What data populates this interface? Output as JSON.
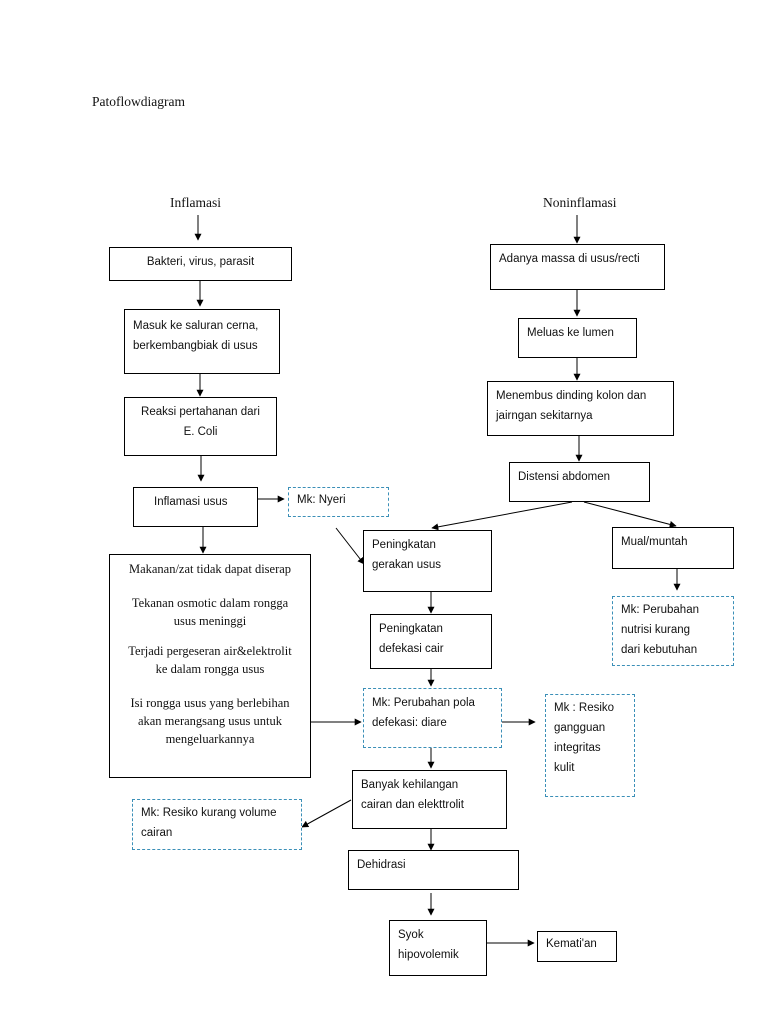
{
  "title": "Patoflowdiagram",
  "headers": {
    "left": "Inflamasi",
    "right": "Noninflamasi"
  },
  "left": {
    "b1": [
      "Bakteri, virus, parasit"
    ],
    "b2": [
      "Masuk ke saluran cerna,",
      "berkembangbiak di usus"
    ],
    "b3": [
      "Reaksi pertahanan dari",
      "E. Coli"
    ],
    "b4": [
      "Inflamasi usus"
    ],
    "nyeri": [
      "Mk: Nyeri"
    ],
    "big": {
      "t1": [
        "Makanan/zat tidak dapat diserap"
      ],
      "t2": [
        "Tekanan osmotic dalam rongga",
        "usus meninggi"
      ],
      "t3": [
        "Terjadi pergeseran air&elektrolit",
        "ke dalam rongga usus"
      ],
      "t4": [
        "Isi rongga usus yang berlebihan",
        "akan merangsang usus untuk",
        "mengeluarkannya"
      ]
    }
  },
  "right": {
    "r1": [
      "Adanya massa di usus/recti"
    ],
    "r2": [
      "Meluas ke lumen"
    ],
    "r3": [
      "Menembus dinding kolon dan",
      "jairngan sekitarnya"
    ],
    "r4": [
      "Distensi abdomen"
    ],
    "mual": [
      "Mual/muntah"
    ],
    "nutrisi": [
      "Mk: Perubahan",
      "nutrisi kurang",
      "dari kebutuhan"
    ]
  },
  "center": {
    "c1": [
      "Peningkatan",
      "gerakan usus"
    ],
    "c2": [
      "Peningkatan",
      "defekasi cair"
    ],
    "c3": [
      "Mk: Perubahan pola",
      "defekasi: diare"
    ],
    "integritas": [
      "Mk : Resiko",
      "gangguan",
      "integritas",
      "kulit"
    ],
    "c4": [
      "Banyak kehilangan",
      "cairan dan elekttrolit"
    ],
    "volume": [
      "Mk: Resiko kurang volume",
      "cairan"
    ],
    "c5": [
      "Dehidrasi"
    ],
    "c6": [
      "Syok",
      "hipovolemik"
    ],
    "kematian": [
      "Kemati'an"
    ]
  },
  "colors": {
    "mk_border": "#3b8fb7",
    "box_border": "#000000"
  }
}
